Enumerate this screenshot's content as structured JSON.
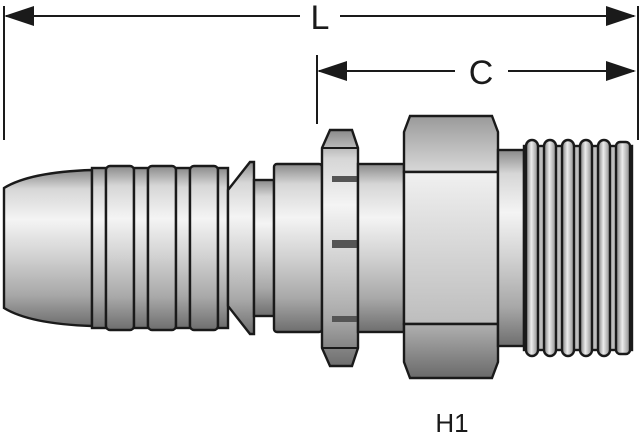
{
  "dimensions": {
    "overall_length": "L",
    "thread_length": "C"
  },
  "hex_label": "H1",
  "colors": {
    "outline": "#1a1a1a",
    "metal_light": "#f2f2f2",
    "metal_mid": "#c4c4c4",
    "metal_dark": "#6e6e6e",
    "background": "#ffffff"
  }
}
